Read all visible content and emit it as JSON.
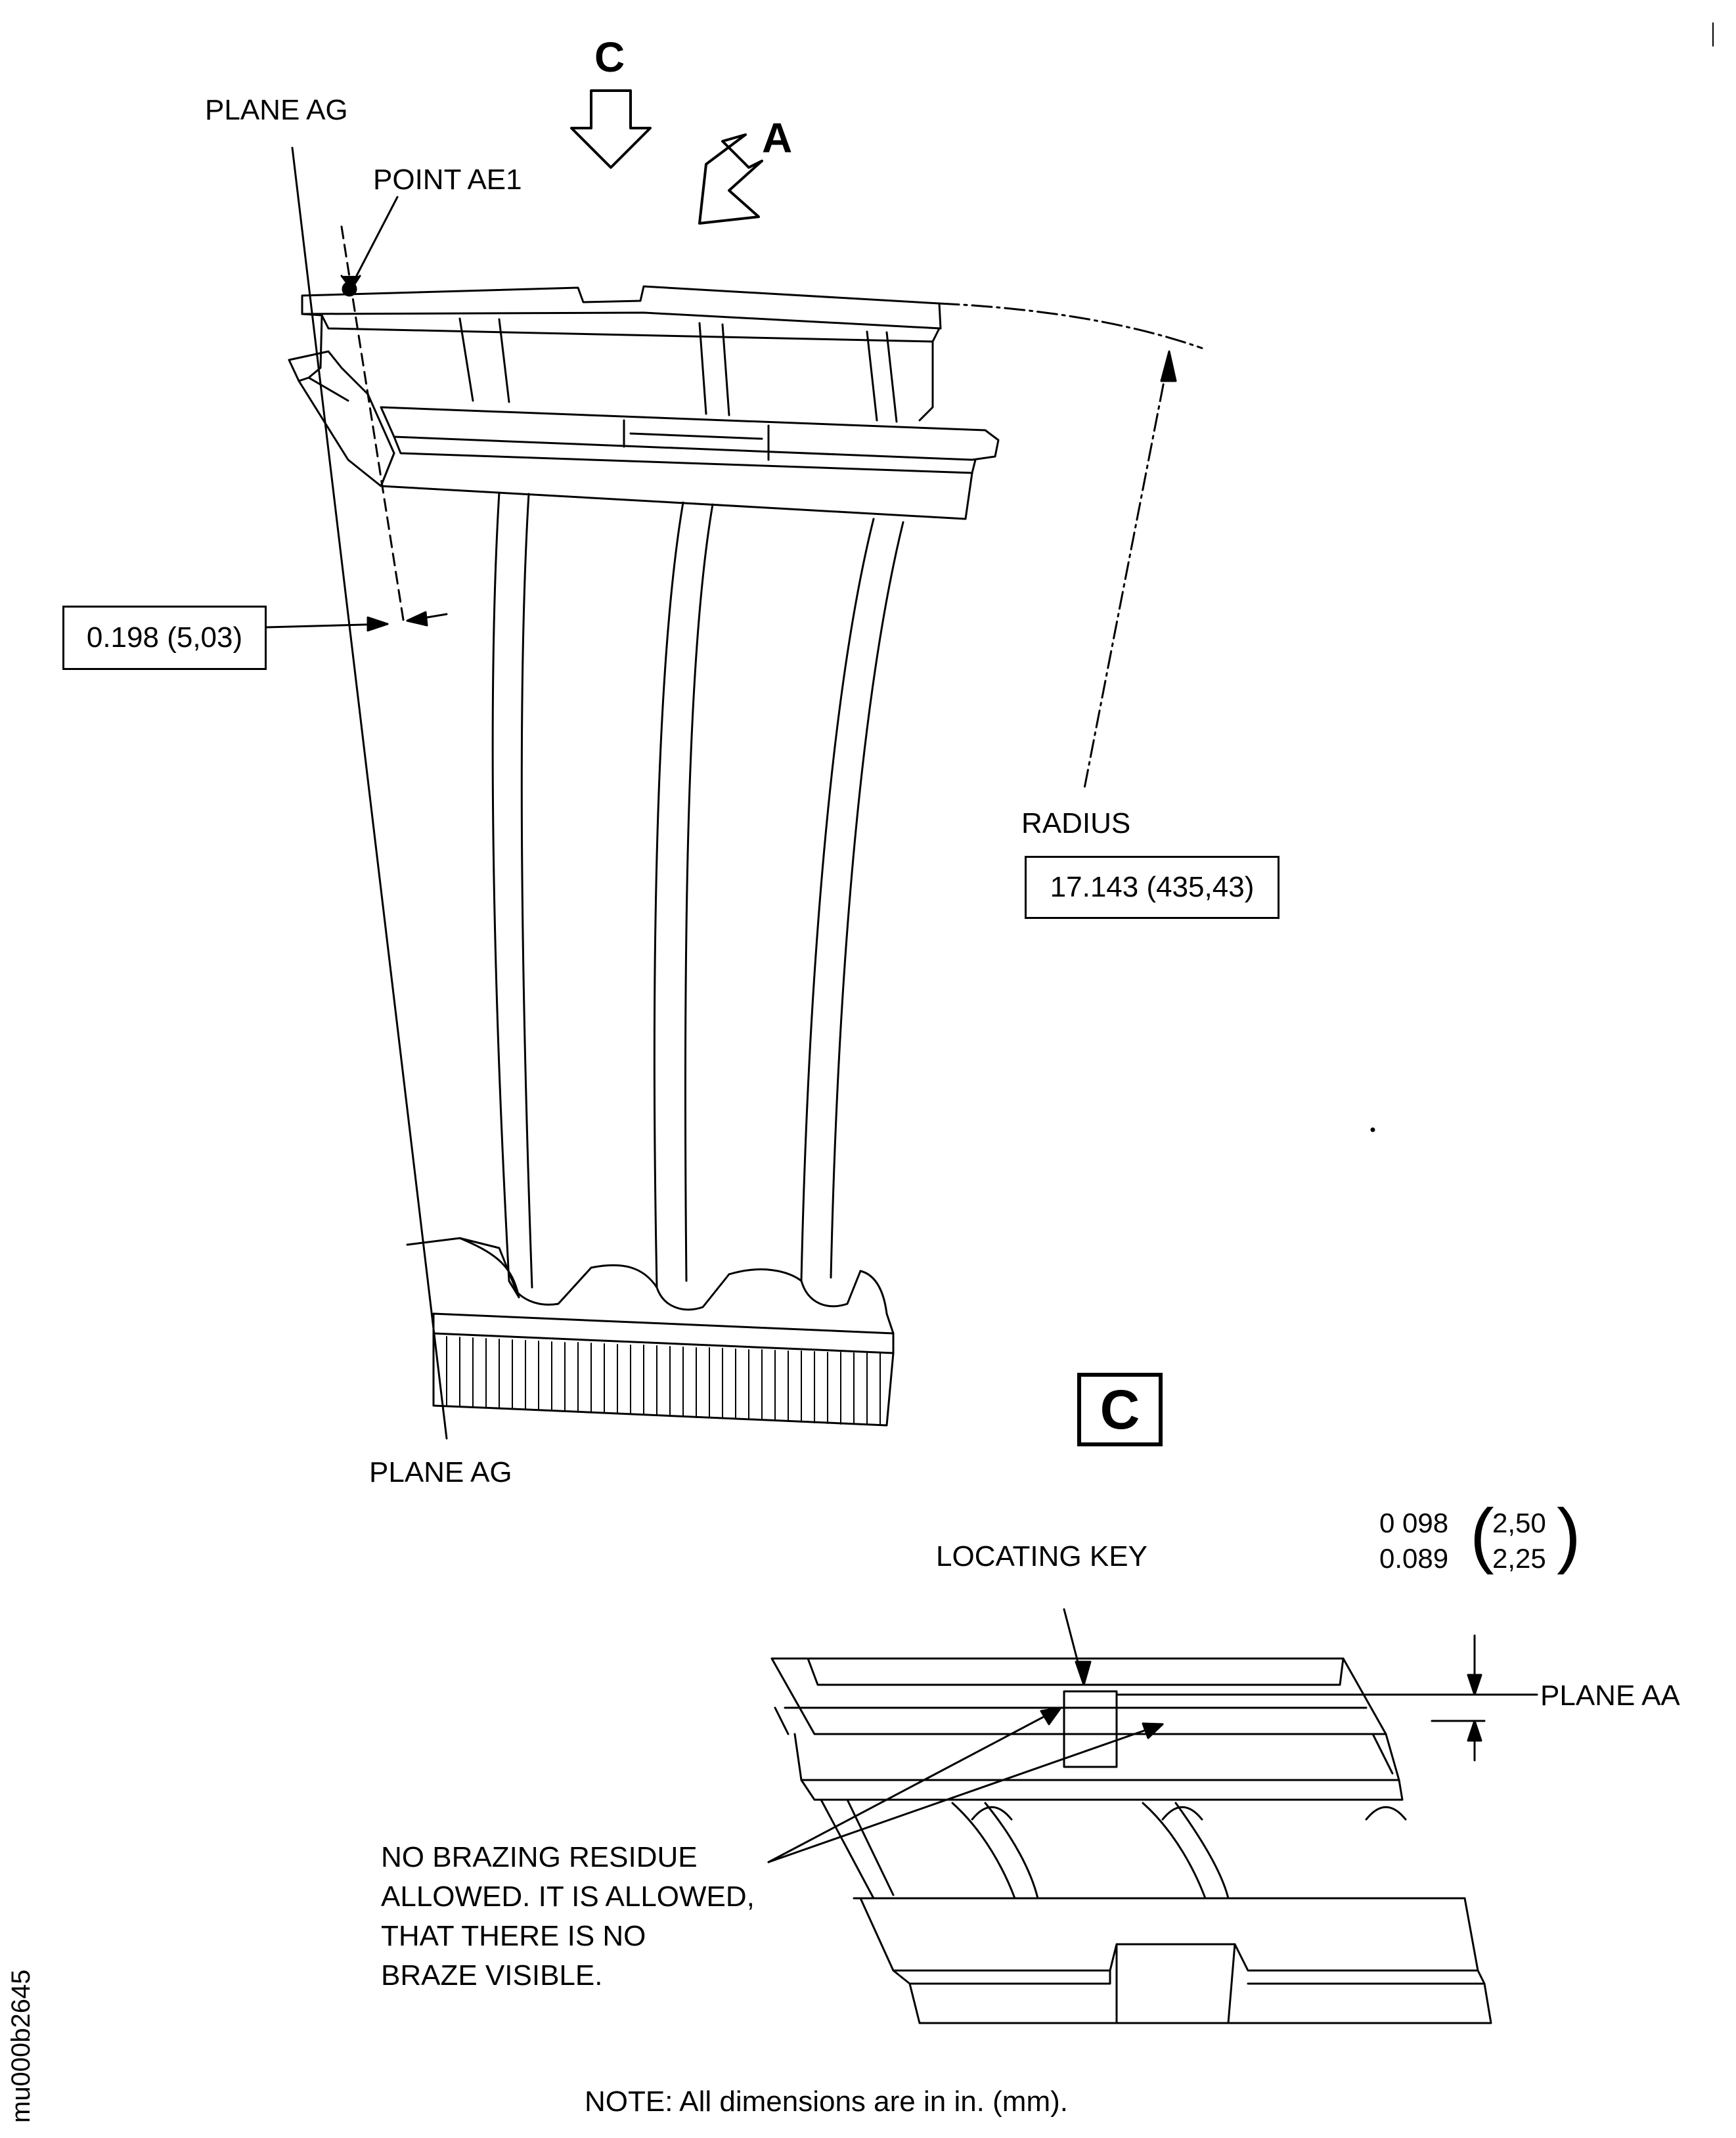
{
  "labels": {
    "plane_ag_top": "PLANE AG",
    "point_ae1": "POINT AE1",
    "view_c_arrow": "C",
    "view_a_arrow": "A",
    "plane_ag_bottom": "PLANE AG",
    "radius": "RADIUS",
    "locating_key": "LOCATING KEY",
    "plane_aa": "PLANE AA",
    "view_c_box": "C"
  },
  "dimensions": {
    "offset_box": "0.198 (5,03)",
    "radius_box": "17.143   (435,43)",
    "tolerance_upper_in": "0 098",
    "tolerance_lower_in": "0.089",
    "tolerance_upper_mm": "2,50",
    "tolerance_lower_mm": "2,25"
  },
  "brazing_note": {
    "line1": "NO BRAZING RESIDUE",
    "line2": "ALLOWED. IT IS ALLOWED,",
    "line3": "THAT THERE IS NO",
    "line4": "BRAZE VISIBLE."
  },
  "footer_note": "NOTE:  All dimensions are in in. (mm).",
  "figure_id": "mu000b2645"
}
